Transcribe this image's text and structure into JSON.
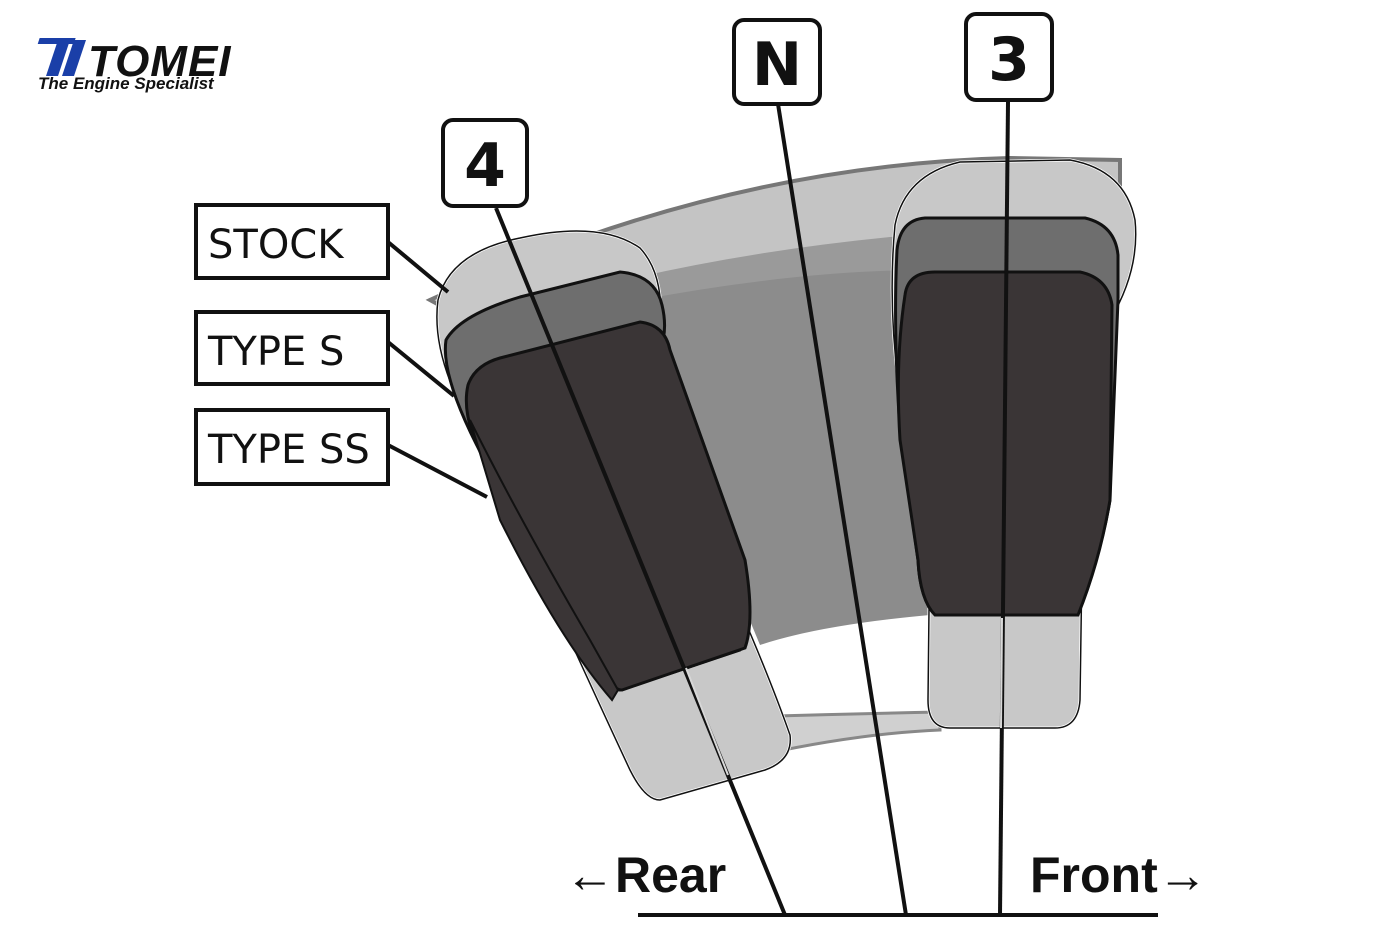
{
  "logo": {
    "wordmark": "TOMEI",
    "tagline": "The Engine Specialist",
    "mark_color": "#1a3fa8"
  },
  "legend": {
    "stock": "STOCK",
    "type_s": "TYPE S",
    "type_ss": "TYPE SS"
  },
  "gears": {
    "fourth": "4",
    "neutral": "N",
    "third": "3"
  },
  "directions": {
    "rear": "←Rear",
    "front": "Front→"
  },
  "colors": {
    "stock_fill": "#c8c8c8",
    "type_s_fill": "#6e6e6e",
    "type_ss_fill": "#3a3536",
    "sweep_fill": "#8c8c8c",
    "outline": "#111111"
  }
}
